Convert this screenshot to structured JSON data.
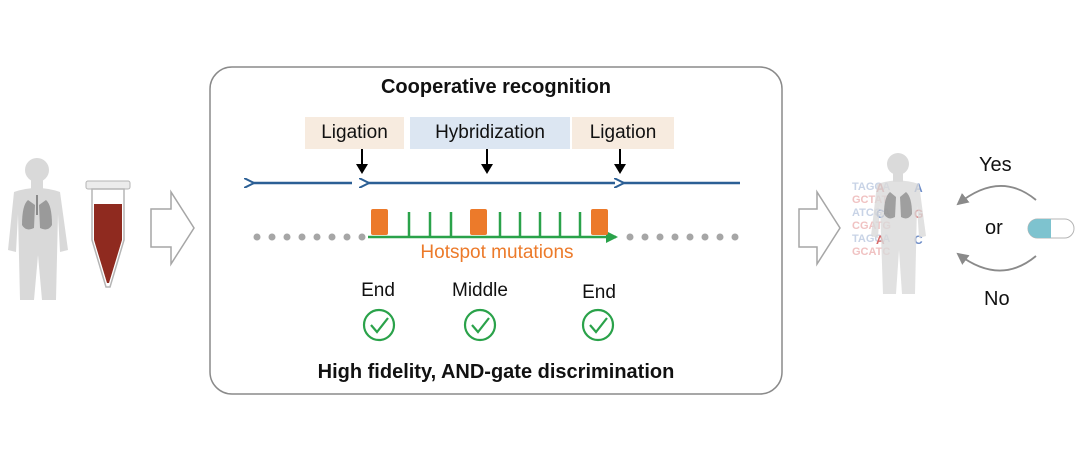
{
  "panel": {
    "title": "Cooperative recognition",
    "footer": "High fidelity, AND-gate discrimination"
  },
  "steps": [
    {
      "label": "Ligation"
    },
    {
      "label": "Hybridization"
    },
    {
      "label": "Ligation"
    }
  ],
  "target": {
    "label": "Hotspot mutations"
  },
  "positions": [
    {
      "label": "End"
    },
    {
      "label": "Middle"
    },
    {
      "label": "End"
    }
  ],
  "outcome": {
    "yes": "Yes",
    "or": "or",
    "no": "No"
  },
  "colors": {
    "probe_strand": "#2b5f95",
    "target_strand": "#2aa24a",
    "mutation": "#ec7a2a",
    "check": "#2aa24a",
    "ligation_tag": "#f7ebdf",
    "hybridization_tag": "#dce6f2",
    "body": "#d9d9d9",
    "lungs": "#9a9a9a",
    "blood": "#8f2a1f"
  },
  "icons": [
    "patient-icon",
    "blood-tube-icon",
    "flow-arrow-icon",
    "check-circle-icon",
    "pill-icon",
    "sequence-letters-icon"
  ]
}
